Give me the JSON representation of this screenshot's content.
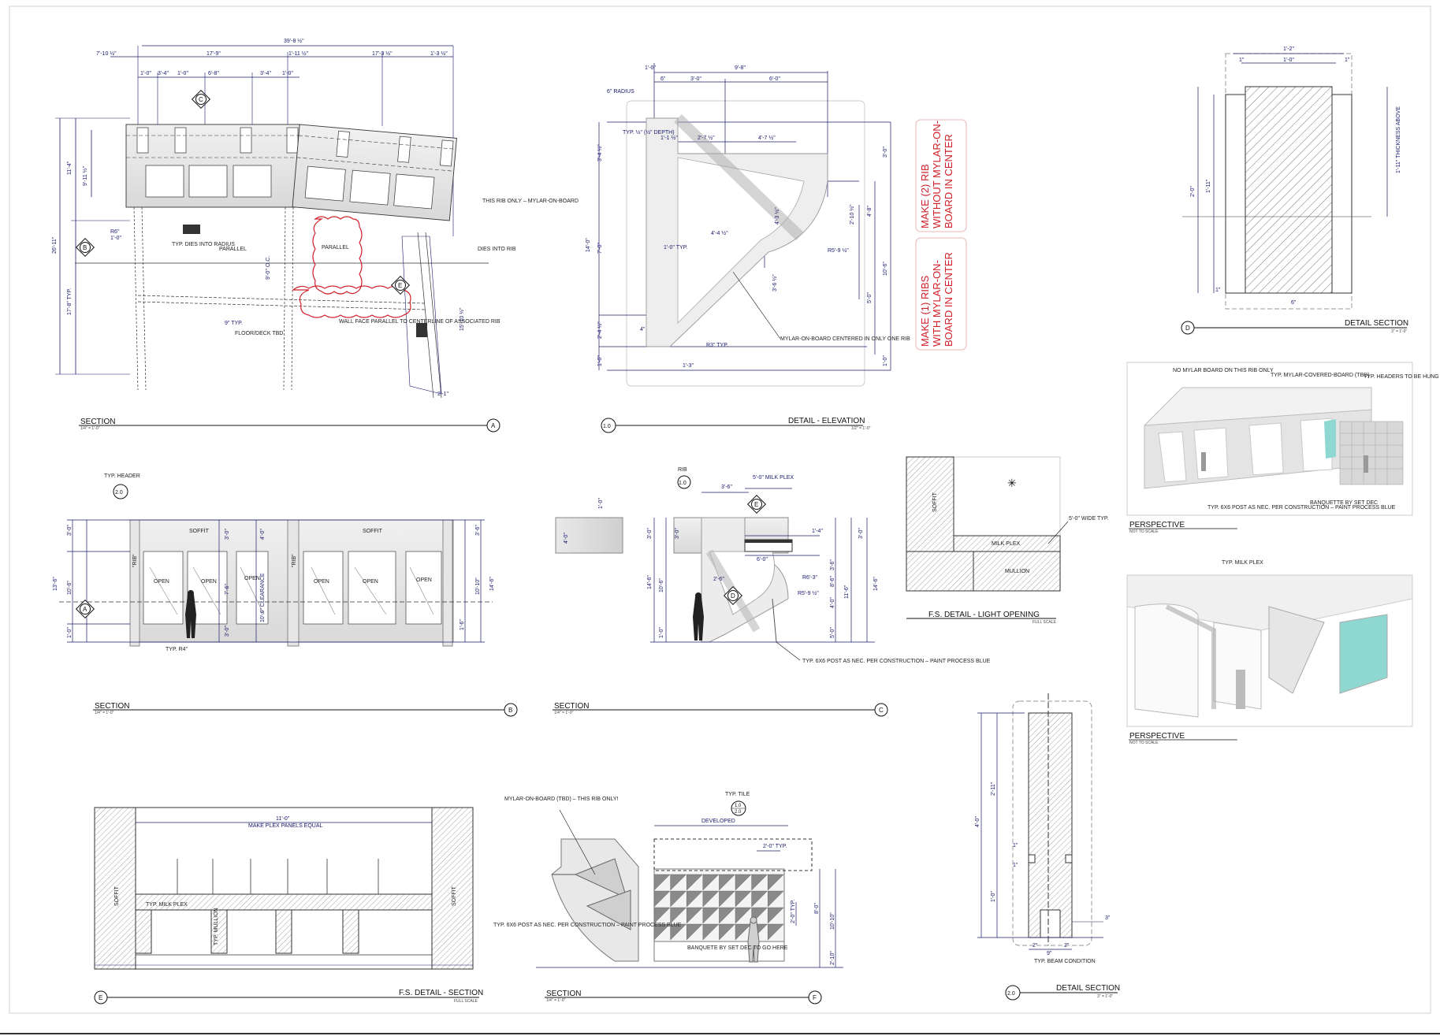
{
  "sheet": {
    "detail_A": {
      "title": "SECTION",
      "scale": "1/4\" = 1'-0\"",
      "marker": "A",
      "dims_top": [
        "39'-8 ½\"",
        "7'-10 ½\"",
        "17'-9\"",
        "1'-11 ½\"",
        "17'-3 ½\"",
        "1'-3 ½\""
      ],
      "dims_sub": [
        "1'-0\"",
        "3'-4\"",
        "1'-0\"",
        "6'-8\"",
        "3'-4\"",
        "1'-0\""
      ],
      "dims_left": [
        "11'-4\"",
        "9'-11 ½\"",
        "26'-11\"",
        "17'-8\" TYP."
      ],
      "notes": [
        "THIS RIB ONLY – MYLAR-ON-BOARD",
        "TYP. DIES INTO RADIUS",
        "PARALLEL",
        "PARALLEL",
        "DIES INTO RIB",
        "FLOOR/DECK TBD",
        "WALL FACE PARALLEL TO CENTERLINE OF ASSOCIATED RIB",
        "R6\"",
        "1'-0\"",
        "9\" TYP.",
        "9'-0\" O.C.",
        "15'-10 ½\"",
        "2'-1\""
      ],
      "tags": [
        "C",
        "B",
        "E"
      ]
    },
    "detail_1": {
      "title": "DETAIL - ELEVATION",
      "scale": "1/2\" = 1'-0\"",
      "marker": "1.0",
      "dims": [
        "9'-8\"",
        "1'-0\"",
        "3'-0\"",
        "6'-0\"",
        "6\"",
        "6\" RADIUS",
        "TYP. ½\" (½\" DEPTH)",
        "1'-1 ½\"",
        "2'-7 ½\"",
        "4'-7 ½\"",
        "3'-4 ½\"",
        "14'-0\"",
        "7'-0\"",
        "4'-4 ½\"",
        "4'-3 ½\"",
        "2'-10 ½\"",
        "4'-8\"",
        "10'-6\"",
        "3'-0\"",
        "5'-0\"",
        "R5'-9 ½\"",
        "1'-0\" TYP.",
        "3'-6 ½\"",
        "2'-4 ½\"",
        "4\"",
        "R3\" TYP.",
        "1'-0\"",
        "1'-3\"",
        "1'-0\""
      ],
      "notes": [
        "MYLAR-ON-BOARD CENTERED IN ONLY ONE RIB"
      ]
    },
    "callouts": {
      "box1": [
        "MAKE (2) RIB",
        "WITHOUT MYLAR-ON-",
        "BOARD IN CENTER"
      ],
      "box2": [
        "MAKE (1) RIBS",
        "WITH MYLAR-ON-",
        "BOARD IN CENTER"
      ]
    },
    "detail_D": {
      "title": "DETAIL SECTION",
      "scale": "3\" = 1'-0\"",
      "marker": "D",
      "dims": [
        "1'-2\"",
        "1'-0\"",
        "1\"",
        "1\"",
        "2'-0\"",
        "1'-11\"",
        "1'-11\" THICKNESS ABOVE",
        "1\"",
        "6\""
      ]
    },
    "perspective_1": {
      "title": "PERSPECTIVE",
      "scale": "NOT TO SCALE",
      "notes": [
        "NO MYLAR BOARD ON THIS RIB ONLY",
        "TYP. MYLAR-COVERED-BOARD (TBD)",
        "TYP. HEADERS TO BE HUNG",
        "TYP. 6X6 POST AS NEC. PER CONSTRUCTION – PAINT PROCESS BLUE",
        "BANQUETTE BY SET DEC"
      ]
    },
    "perspective_2": {
      "title": "PERSPECTIVE",
      "scale": "NOT TO SCALE",
      "notes": [
        "TYP. MILK PLEX"
      ]
    },
    "detail_B": {
      "title": "SECTION",
      "scale": "1/4\" = 1'-0\"",
      "marker": "B",
      "labels": [
        "TYP. HEADER",
        "2.0",
        "SOFFIT",
        "SOFFIT",
        "OPEN",
        "OPEN",
        "OPEN",
        "OPEN",
        "OPEN",
        "OPEN",
        "\"RIB\"",
        "\"RIB\"",
        "TYP. R4\"",
        "10'-6\" CLEARANCE"
      ],
      "dims": [
        "3'-0\"",
        "13'-6\"",
        "10'-6\"",
        "1'-0\"",
        "3'-0\"",
        "7'-6\"",
        "4'-0\"",
        "3'-0\"",
        "1'-6\"",
        "3'-6\"",
        "14'-6\"",
        "10'-10\"",
        "A"
      ]
    },
    "detail_C": {
      "title": "SECTION",
      "scale": "1/4\" = 1'-0\"",
      "marker": "C",
      "labels": [
        "RIB",
        "1.0",
        "E",
        "D"
      ],
      "dims": [
        "3'-6\"",
        "5'-0\" MILK PLEX",
        "1'-0\"",
        "4'-0\"",
        "3'-0\"",
        "3'-0\"",
        "14'-6\"",
        "10'-6\"",
        "1'-0\"",
        "2'-6\"",
        "R6'-3\"",
        "R5'-9 ½\"",
        "11'-6\"",
        "14'-6\"",
        "3'-0\"",
        "8'-6\"",
        "4'-0\"",
        "3'-6\"",
        "5'-0\"",
        "1'-4\"",
        "6'-0\""
      ],
      "notes": [
        "TYP. 6X6 POST AS NEC. PER CONSTRUCTION – PAINT PROCESS BLUE"
      ]
    },
    "detail_light": {
      "title": "F.S. DETAIL - LIGHT OPENING",
      "scale": "FULL SCALE",
      "labels": [
        "SOFFIT",
        "MILK PLEX",
        "MULLION",
        "5'-0\" WIDE TYP."
      ]
    },
    "detail_E": {
      "title": "F.S. DETAIL - SECTION",
      "scale": "FULL SCALE",
      "marker": "E",
      "labels": [
        "11'-0\"",
        "MAKE PLEX PANELS EQUAL",
        "SOFFIT",
        "SOFFIT",
        "TYP. MILK PLEX",
        "TYP. MULLION"
      ]
    },
    "detail_F": {
      "title": "SECTION",
      "scale": "1/4\" = 1'-0\"",
      "marker": "F",
      "labels": [
        "MYLAR-ON-BOARD (TBD) – THIS RIB ONLY!",
        "TYP. TILE",
        "1.0",
        "2.0",
        "DEVELOPED",
        "2'-0\" TYP.",
        "8'-0\"",
        "10'-10\"",
        "2'-10\"",
        "2'-0\" TYP.",
        "BANQUETE BY SET DEC TO GO HERE",
        "TYP. 6X6 POST AS NEC. PER CONSTRUCTION – PAINT PROCESS BLUE"
      ]
    },
    "detail_2": {
      "title": "DETAIL SECTION",
      "scale": "3\" = 1'-0\"",
      "marker": "2.0",
      "dims": [
        "4'-0\"",
        "2'-11\"",
        "1'-0\"",
        "1\"",
        "1\"",
        "2\"",
        "9\"",
        "2\"",
        "3\"",
        "TYP. BEAM CONDITION"
      ]
    }
  },
  "colors": {
    "line": "#222222",
    "dim": "#1a1a6e",
    "red": "#d0202a",
    "glass": "#8fd8d2"
  }
}
